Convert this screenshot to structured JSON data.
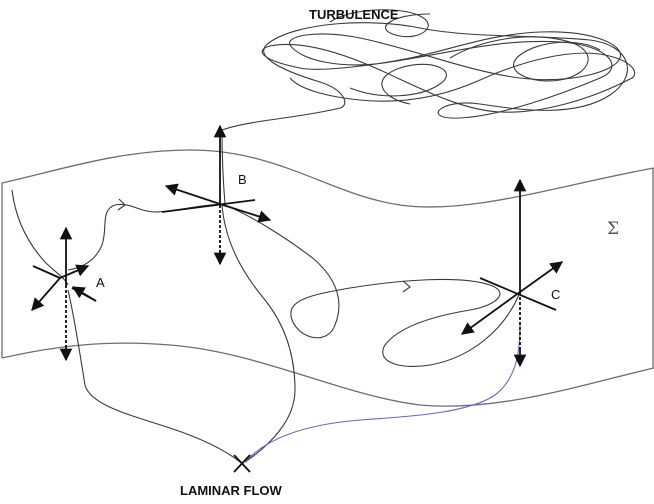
{
  "labels": {
    "turbulence": "TURBULENCE",
    "laminar": "LAMINAR FLOW",
    "point_a": "A",
    "point_b": "B",
    "point_c": "C",
    "surface": "Σ"
  },
  "colors": {
    "ink": "#111111",
    "surface_line": "#6e6e6e",
    "trajectory": "#3a3a3a",
    "trajectory_blue": "#6666cc"
  }
}
